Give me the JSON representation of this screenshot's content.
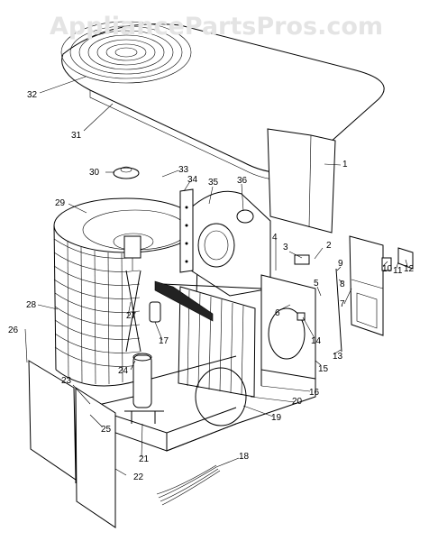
{
  "watermark": "AppliancePartsPros.com",
  "callouts": [
    {
      "id": "c1",
      "text": "1"
    },
    {
      "id": "c2",
      "text": "2"
    },
    {
      "id": "c3",
      "text": "3"
    },
    {
      "id": "c4",
      "text": "4"
    },
    {
      "id": "c5",
      "text": "5"
    },
    {
      "id": "c6",
      "text": "6"
    },
    {
      "id": "c7",
      "text": "7"
    },
    {
      "id": "c8",
      "text": "8"
    },
    {
      "id": "c9",
      "text": "9"
    },
    {
      "id": "c10",
      "text": "10"
    },
    {
      "id": "c11",
      "text": "11"
    },
    {
      "id": "c12",
      "text": "12"
    },
    {
      "id": "c13",
      "text": "13"
    },
    {
      "id": "c14",
      "text": "14"
    },
    {
      "id": "c15",
      "text": "15"
    },
    {
      "id": "c16",
      "text": "16"
    },
    {
      "id": "c17",
      "text": "17"
    },
    {
      "id": "c18",
      "text": "18"
    },
    {
      "id": "c19",
      "text": "19"
    },
    {
      "id": "c20",
      "text": "20"
    },
    {
      "id": "c21",
      "text": "21"
    },
    {
      "id": "c22",
      "text": "22"
    },
    {
      "id": "c23",
      "text": "23"
    },
    {
      "id": "c24",
      "text": "24"
    },
    {
      "id": "c25",
      "text": "25"
    },
    {
      "id": "c26",
      "text": "26"
    },
    {
      "id": "c27",
      "text": "27"
    },
    {
      "id": "c28",
      "text": "28"
    },
    {
      "id": "c29",
      "text": "29"
    },
    {
      "id": "c30",
      "text": "30"
    },
    {
      "id": "c31",
      "text": "31"
    },
    {
      "id": "c32",
      "text": "32"
    },
    {
      "id": "c33",
      "text": "33"
    },
    {
      "id": "c34",
      "text": "34"
    },
    {
      "id": "c35",
      "text": "35"
    },
    {
      "id": "c36",
      "text": "36"
    }
  ]
}
